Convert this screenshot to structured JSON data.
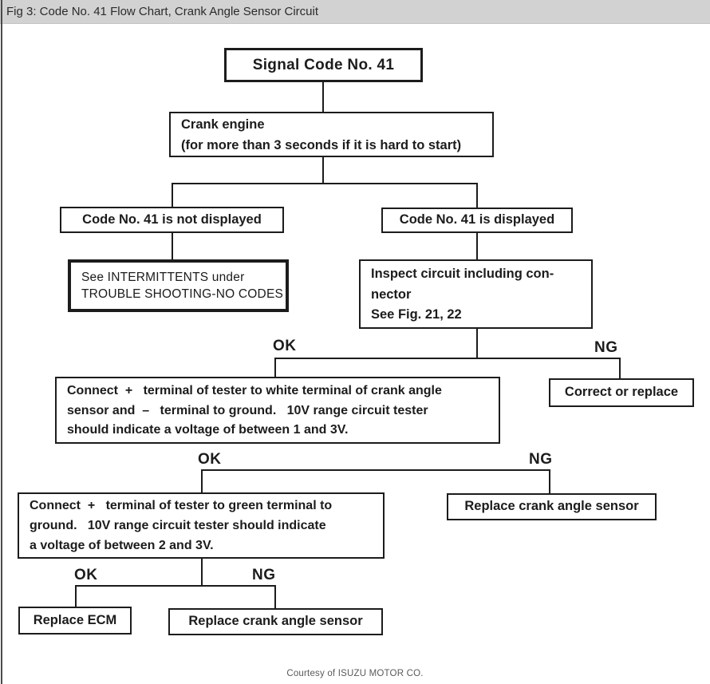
{
  "window": {
    "title": "Fig 3: Code No. 41 Flow Chart, Crank Angle Sensor Circuit"
  },
  "colors": {
    "titlebar_bg": "#d2d2d2",
    "ink": "#1c1c1c",
    "courtesy_text": "#595959"
  },
  "flowchart": {
    "nodes": {
      "signal": {
        "line1": "Signal Code No. 41"
      },
      "crank": {
        "line1": "Crank engine",
        "line2": "(for more than 3 seconds if it is hard to start)"
      },
      "not_displayed": {
        "line1": "Code No. 41 is not displayed"
      },
      "displayed": {
        "line1": "Code No. 41 is displayed"
      },
      "intermittents": {
        "line1": "See INTERMITTENTS under",
        "line2": "TROUBLE SHOOTING-NO CODES"
      },
      "inspect": {
        "line1": "Inspect circuit including con-",
        "line2": "nector",
        "line3": "See Fig. 21, 22"
      },
      "white_terminal": {
        "line1": "Connect  +   terminal of tester to white terminal of crank angle",
        "line2": "sensor and  –   terminal to ground.   10V range circuit tester",
        "line3": "should indicate a voltage of between 1 and 3V."
      },
      "correct_replace": {
        "line1": "Correct or replace"
      },
      "green_terminal": {
        "line1": "Connect  +   terminal of tester to green terminal to",
        "line2": "ground.   10V range circuit tester should indicate",
        "line3": "a voltage of between 2 and 3V."
      },
      "replace_sensor_right": {
        "line1": "Replace crank angle sensor"
      },
      "replace_ecm": {
        "line1": "Replace ECM"
      },
      "replace_sensor_bottom": {
        "line1": "Replace crank angle sensor"
      }
    },
    "labels": {
      "ok1": "OK",
      "ng1": "NG",
      "ok2": "OK",
      "ng2": "NG",
      "ok3": "OK",
      "ng3": "NG"
    }
  },
  "footer": {
    "courtesy": "Courtesy of ISUZU MOTOR CO."
  }
}
